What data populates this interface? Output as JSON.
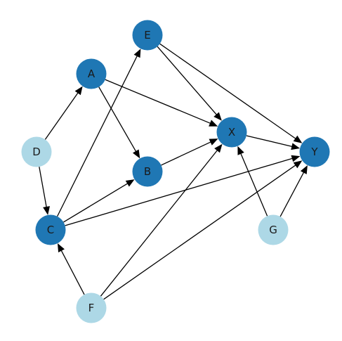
{
  "graph": {
    "colors": {
      "dark": "#1f77b4",
      "light": "#add8e6",
      "edge": "#000000",
      "label": "#1a1a1a"
    },
    "nodes": [
      {
        "id": "A",
        "label": "A",
        "color": "dark"
      },
      {
        "id": "B",
        "label": "B",
        "color": "dark"
      },
      {
        "id": "C",
        "label": "C",
        "color": "dark"
      },
      {
        "id": "D",
        "label": "D",
        "color": "light"
      },
      {
        "id": "E",
        "label": "E",
        "color": "dark"
      },
      {
        "id": "F",
        "label": "F",
        "color": "light"
      },
      {
        "id": "G",
        "label": "G",
        "color": "light"
      },
      {
        "id": "X",
        "label": "X",
        "color": "dark"
      },
      {
        "id": "Y",
        "label": "Y",
        "color": "dark"
      }
    ],
    "edges": [
      {
        "from": "D",
        "to": "A"
      },
      {
        "from": "D",
        "to": "C"
      },
      {
        "from": "A",
        "to": "B"
      },
      {
        "from": "A",
        "to": "X"
      },
      {
        "from": "E",
        "to": "X"
      },
      {
        "from": "E",
        "to": "Y"
      },
      {
        "from": "C",
        "to": "E"
      },
      {
        "from": "C",
        "to": "B"
      },
      {
        "from": "C",
        "to": "Y"
      },
      {
        "from": "B",
        "to": "X"
      },
      {
        "from": "X",
        "to": "Y"
      },
      {
        "from": "F",
        "to": "C"
      },
      {
        "from": "F",
        "to": "X"
      },
      {
        "from": "F",
        "to": "Y"
      },
      {
        "from": "G",
        "to": "X"
      },
      {
        "from": "G",
        "to": "Y"
      }
    ]
  }
}
